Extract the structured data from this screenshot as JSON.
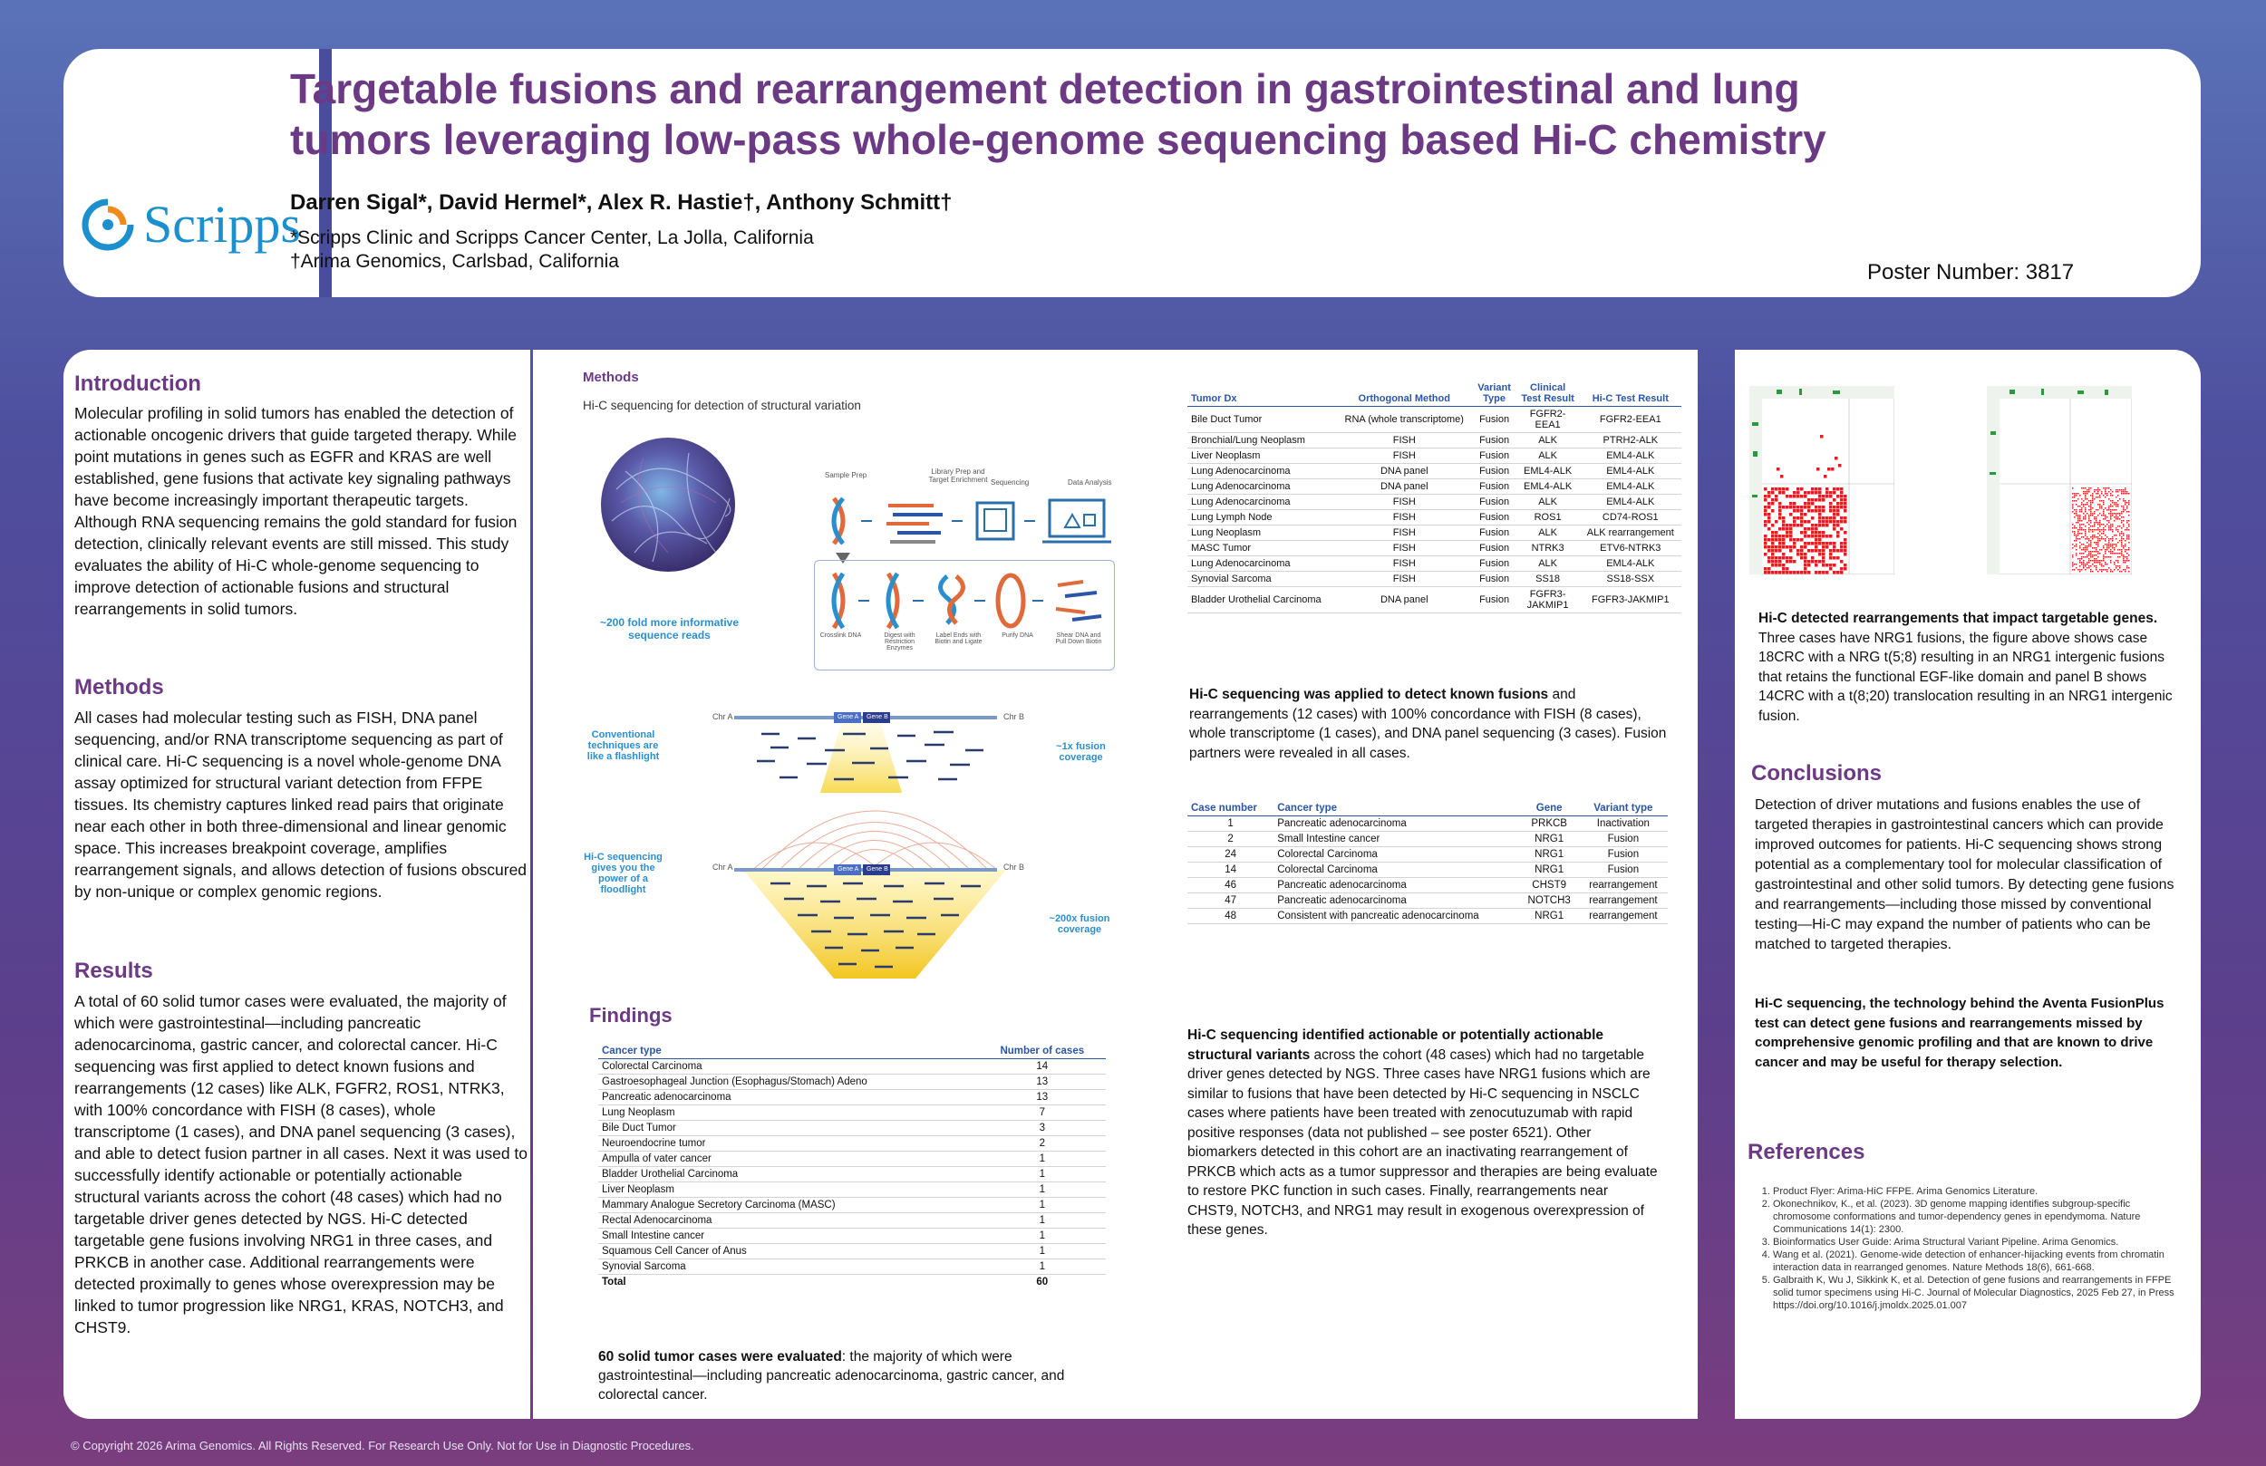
{
  "header": {
    "logo_text": "Scripps",
    "title_line1": "Targetable fusions and rearrangement detection in gastrointestinal and lung",
    "title_line2": "tumors leveraging low-pass whole-genome sequencing based Hi-C chemistry",
    "authors": "Darren Sigal*, David Hermel*, Alex R. Hastie†, Anthony Schmitt†",
    "affiliation1": "*Scripps Clinic and Scripps Cancer Center, La Jolla, California",
    "affiliation2": "†Arima Genomics, Carlsbad, California",
    "poster_number": "Poster Number: 3817"
  },
  "left": {
    "intro_heading": "Introduction",
    "intro_text": "Molecular profiling in solid tumors has enabled the detection of actionable oncogenic drivers that guide targeted therapy. While point mutations in genes such as EGFR and KRAS are well established, gene fusions that activate key signaling pathways have become increasingly important therapeutic targets. Although RNA sequencing remains the gold standard for fusion detection, clinically relevant events are still missed. This study evaluates the ability of Hi-C whole-genome sequencing to improve detection of actionable fusions and structural rearrangements in solid tumors.",
    "methods_heading": "Methods",
    "methods_text": "All cases had molecular testing such as FISH, DNA panel sequencing, and/or RNA transcriptome sequencing as part of clinical care. Hi-C sequencing is a novel whole-genome DNA assay optimized for structural variant detection from FFPE tissues. Its chemistry captures linked read pairs that originate near each other in both three-dimensional and linear genomic space. This increases breakpoint coverage, amplifies rearrangement signals, and allows detection of fusions obscured by non-unique or complex genomic regions.",
    "results_heading": "Results",
    "results_text": "A total of 60 solid tumor cases were evaluated, the majority of which were gastrointestinal—including pancreatic adenocarcinoma, gastric cancer, and colorectal cancer. Hi-C sequencing was first applied to detect known fusions and rearrangements (12 cases) like ALK, FGFR2, ROS1, NTRK3, with 100% concordance with FISH (8 cases), whole transcriptome (1 cases), and DNA panel sequencing (3 cases), and able to detect fusion partner in all cases. Next it was used to successfully identify actionable or potentially actionable structural variants across the cohort (48 cases) which had no targetable driver genes detected by NGS. Hi-C detected targetable gene fusions involving NRG1 in three cases, and PRKCB in another case. Additional rearrangements were detected proximally to genes whose overexpression may be linked to tumor progression like NRG1, KRAS, NOTCH3, and CHST9."
  },
  "middle": {
    "methods_heading": "Methods",
    "methods_sub": "Hi-C sequencing for detection of structural variation",
    "fold_caption": "~200 fold more informative sequence reads",
    "workflow_labels": [
      "Sample Prep",
      "Library Prep and Target Enrichment",
      "Sequencing",
      "Data Analysis"
    ],
    "workflow_steps": [
      "Crosslink DNA",
      "Digest with Restriction Enzymes",
      "Label Ends with Biotin and Ligate",
      "Purify DNA",
      "Shear DNA and Pull Down Biotin"
    ],
    "flashlight_label": "Conventional techniques are like a flashlight",
    "floodlight_label": "Hi-C sequencing gives you the power of a floodlight",
    "cov1": "~1x fusion coverage",
    "cov200": "~200x fusion coverage",
    "chr_a": "Chr A",
    "chr_b": "Chr B",
    "gene_a": "Gene A",
    "gene_b": "Gene B",
    "findings_heading": "Findings",
    "findings_cols": [
      "Cancer type",
      "Number of cases"
    ],
    "findings_rows": [
      [
        "Colorectal Carcinoma",
        "14"
      ],
      [
        "Gastroesophageal Junction (Esophagus/Stomach) Adeno",
        "13"
      ],
      [
        "Pancreatic adenocarcinoma",
        "13"
      ],
      [
        "Lung Neoplasm",
        "7"
      ],
      [
        "Bile Duct Tumor",
        "3"
      ],
      [
        "Neuroendocrine tumor",
        "2"
      ],
      [
        "Ampulla of vater cancer",
        "1"
      ],
      [
        "Bladder Urothelial Carcinoma",
        "1"
      ],
      [
        "Liver Neoplasm",
        "1"
      ],
      [
        "Mammary Analogue Secretory Carcinoma (MASC)",
        "1"
      ],
      [
        "Rectal Adenocarcinoma",
        "1"
      ],
      [
        "Small Intestine cancer",
        "1"
      ],
      [
        "Squamous Cell Cancer of Anus",
        "1"
      ],
      [
        "Synovial Sarcoma",
        "1"
      ]
    ],
    "findings_total": [
      "Total",
      "60"
    ],
    "findings_note_bold": "60 solid tumor cases were evaluated",
    "findings_note_rest": ": the majority of which were gastrointestinal—including pancreatic adenocarcinoma, gastric cancer, and colorectal cancer.",
    "known_cols": [
      "Tumor Dx",
      "Orthogonal Method",
      "Variant Type",
      "Clinical Test Result",
      "Hi-C Test Result"
    ],
    "known_rows": [
      [
        "Bile Duct Tumor",
        "RNA (whole transcriptome)",
        "Fusion",
        "FGFR2-EEA1",
        "FGFR2-EEA1"
      ],
      [
        "Bronchial/Lung Neoplasm",
        "FISH",
        "Fusion",
        "ALK",
        "PTRH2-ALK"
      ],
      [
        "Liver Neoplasm",
        "FISH",
        "Fusion",
        "ALK",
        "EML4-ALK"
      ],
      [
        "Lung Adenocarcinoma",
        "DNA panel",
        "Fusion",
        "EML4-ALK",
        "EML4-ALK"
      ],
      [
        "Lung Adenocarcinoma",
        "DNA panel",
        "Fusion",
        "EML4-ALK",
        "EML4-ALK"
      ],
      [
        "Lung Adenocarcinoma",
        "FISH",
        "Fusion",
        "ALK",
        "EML4-ALK"
      ],
      [
        "Lung Lymph Node",
        "FISH",
        "Fusion",
        "ROS1",
        "CD74-ROS1"
      ],
      [
        "Lung Neoplasm",
        "FISH",
        "Fusion",
        "ALK",
        "ALK rearrangement"
      ],
      [
        "MASC Tumor",
        "FISH",
        "Fusion",
        "NTRK3",
        "ETV6-NTRK3"
      ],
      [
        "Lung Adenocarcinoma",
        "FISH",
        "Fusion",
        "ALK",
        "EML4-ALK"
      ],
      [
        "Synovial Sarcoma",
        "FISH",
        "Fusion",
        "SS18",
        "SS18-SSX"
      ],
      [
        "Bladder Urothelial Carcinoma",
        "DNA panel",
        "Fusion",
        "FGFR3-JAKMIP1",
        "FGFR3-JAKMIP1"
      ]
    ],
    "known_note_bold": "Hi-C sequencing was applied to detect known fusions",
    "known_note_rest": " and rearrangements (12 cases) with 100% concordance with FISH (8 cases), whole transcriptome (1 cases), and DNA panel sequencing (3 cases). Fusion partners were revealed in all cases.",
    "case_cols": [
      "Case number",
      "Cancer type",
      "Gene",
      "Variant type"
    ],
    "case_rows": [
      [
        "1",
        "Pancreatic adenocarcinoma",
        "PRKCB",
        "Inactivation"
      ],
      [
        "2",
        "Small Intestine cancer",
        "NRG1",
        "Fusion"
      ],
      [
        "24",
        "Colorectal Carcinoma",
        "NRG1",
        "Fusion"
      ],
      [
        "14",
        "Colorectal Carcinoma",
        "NRG1",
        "Fusion"
      ],
      [
        "46",
        "Pancreatic adenocarcinoma",
        "CHST9",
        "rearrangement"
      ],
      [
        "47",
        "Pancreatic adenocarcinoma",
        "NOTCH3",
        "rearrangement"
      ],
      [
        "48",
        "Consistent with pancreatic adenocarcinoma",
        "NRG1",
        "rearrangement"
      ]
    ],
    "case_note_bold": "Hi-C sequencing identified actionable or potentially actionable structural variants",
    "case_note_rest": " across the cohort (48 cases) which had no targetable driver genes detected by NGS. Three cases have NRG1 fusions which are similar to fusions that have been detected by Hi-C sequencing in NSCLC cases where patients have been treated with zenocutuzumab with rapid positive responses (data not published – see poster 6521). Other biomarkers detected in this cohort are an inactivating rearrangement of PRKCB which acts as a tumor suppressor and therapies are being evaluate to restore PKC function in such cases. Finally, rearrangements near CHST9, NOTCH3, and NRG1 may result in exogenous overexpression of these genes."
  },
  "right": {
    "heatmap_note_bold": "Hi-C detected rearrangements that impact targetable genes.",
    "heatmap_note_rest": " Three cases have NRG1 fusions, the figure above shows case 18CRC with a NRG t(5;8) resulting in an NRG1 intergenic fusions that retains the functional EGF-like domain and panel B shows 14CRC with a t(8;20) translocation resulting in an NRG1 intergenic fusion.",
    "conclusions_heading": "Conclusions",
    "conclusions_text": "Detection of driver mutations and fusions enables the use of targeted therapies in gastrointestinal cancers which can provide improved outcomes for patients. Hi-C sequencing shows strong potential as a complementary tool for molecular classification of gastrointestinal and other solid tumors. By detecting gene fusions and rearrangements—including those missed by conventional testing—Hi-C may expand the number of patients who can be matched to targeted therapies.",
    "conclusions_bold": "Hi-C sequencing, the technology behind the Aventa FusionPlus test can detect gene fusions and rearrangements missed by comprehensive genomic profiling and that are known to drive cancer and may be useful for therapy selection.",
    "references_heading": "References",
    "references": [
      "Product Flyer: Arima-HiC FFPE. Arima Genomics Literature.",
      "Okonechnikov, K., et al. (2023). 3D genome mapping identifies subgroup-specific chromosome conformations and tumor-dependency genes in ependymoma. Nature Communications 14(1): 2300.",
      "Bioinformatics User Guide: Arima Structural Variant Pipeline. Arima Genomics.",
      "Wang et al. (2021). Genome-wide detection of enhancer-hijacking events from chromatin interaction data in rearranged genomes. Nature Methods 18(6), 661-668.",
      "Galbraith K, Wu J, Sikkink K, et al. Detection of gene fusions and rearrangements in FFPE solid tumor specimens using Hi-C. Journal of Molecular Diagnostics, 2025 Feb 27, in Press https://doi.org/10.1016/j.jmoldx.2025.01.007"
    ]
  },
  "footer": "© Copyright 2026 Arima Genomics. All Rights Reserved. For Research Use Only. Not for Use in Diagnostic Procedures.",
  "colors": {
    "title_purple": "#6c3a85",
    "table_blue": "#2b56a8",
    "heatmap_red": "#e02020"
  }
}
